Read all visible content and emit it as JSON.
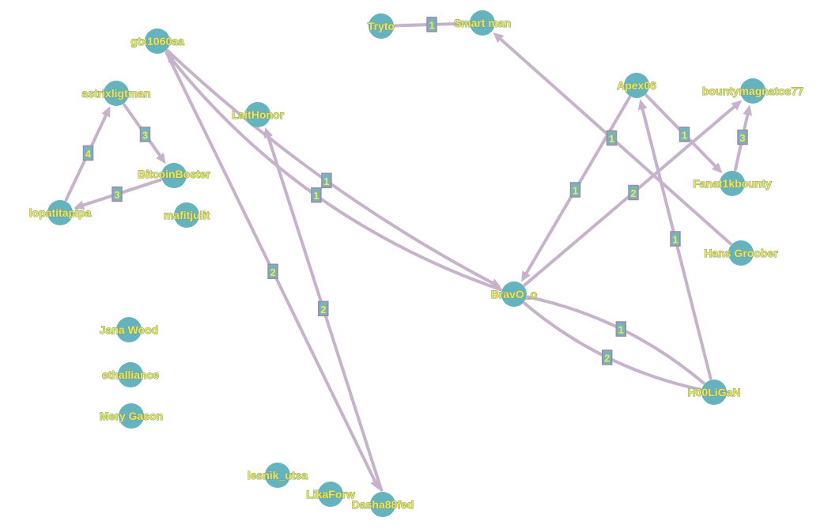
{
  "colors": {
    "edge": "#c6b3cb",
    "node_fill": "#65b3bf",
    "label_text": "#f2e34f",
    "label_outline": "#6f9f8a",
    "weight_box_fill": "#76b4bd",
    "weight_box_stroke": "#9d8aa6",
    "weight_text": "#f6e64b"
  },
  "nodes": [
    {
      "id": "gtx1060aa",
      "label": "gtx1060aa"
    },
    {
      "id": "tryto",
      "label": "Tryto"
    },
    {
      "id": "smart_man",
      "label": "Smart man"
    },
    {
      "id": "astrixligtman",
      "label": "astrixligtman"
    },
    {
      "id": "laithonor",
      "label": "LaitHonor"
    },
    {
      "id": "apex06",
      "label": "Apex06"
    },
    {
      "id": "bountymagnatos77",
      "label": "bountymagnatos77"
    },
    {
      "id": "bitcoinboster",
      "label": "BitcoinBoster"
    },
    {
      "id": "fanat1kbounty",
      "label": "Fanat1kbounty"
    },
    {
      "id": "lopatitapipa",
      "label": "lopatitapipa"
    },
    {
      "id": "mafitjulit",
      "label": "mafitjulit"
    },
    {
      "id": "hans_groober",
      "label": "Hans Groober"
    },
    {
      "id": "bravo_o",
      "label": "BravO_o"
    },
    {
      "id": "jana_wood",
      "label": "Jana Wood"
    },
    {
      "id": "ethalliance",
      "label": "ethalliance"
    },
    {
      "id": "h00ligan",
      "label": "H00LiGaN"
    },
    {
      "id": "mery_gason",
      "label": "Mery Gason"
    },
    {
      "id": "lesnik_utsa",
      "label": "lesnik_utsa"
    },
    {
      "id": "likaforw",
      "label": "LikaForw"
    },
    {
      "id": "dasha88fed",
      "label": "Dasha88fed"
    }
  ],
  "edges": [
    {
      "id": "tryto-smart",
      "from": "tryto",
      "to": "smart_man",
      "weight": "1",
      "arrow": false
    },
    {
      "id": "bravo-gtx",
      "from": "bravo_o",
      "to": "gtx1060aa",
      "weight": "1",
      "arrow": true
    },
    {
      "id": "gtx-bravo",
      "from": "gtx1060aa",
      "to": "bravo_o",
      "weight": "1",
      "arrow": true
    },
    {
      "id": "gtx-dasha",
      "from": "gtx1060aa",
      "to": "dasha88fed",
      "weight": "2",
      "arrow": true
    },
    {
      "id": "dasha-lait",
      "from": "dasha88fed",
      "to": "laithonor",
      "weight": "2",
      "arrow": true
    },
    {
      "id": "astrix-bitcoin",
      "from": "astrixligtman",
      "to": "bitcoinboster",
      "weight": "3",
      "arrow": true
    },
    {
      "id": "bitcoin-lopa",
      "from": "bitcoinboster",
      "to": "lopatitapipa",
      "weight": "3",
      "arrow": true
    },
    {
      "id": "lopa-astrix",
      "from": "lopatitapipa",
      "to": "astrixligtman",
      "weight": "4",
      "arrow": true
    },
    {
      "id": "hans-smart",
      "from": "hans_groober",
      "to": "smart_man",
      "weight": "1",
      "arrow": true
    },
    {
      "id": "apex-fanat",
      "from": "apex06",
      "to": "fanat1kbounty",
      "weight": "1",
      "arrow": true
    },
    {
      "id": "fanat-bounty",
      "from": "fanat1kbounty",
      "to": "bountymagnatos77",
      "weight": "3",
      "arrow": true
    },
    {
      "id": "apex-bravo",
      "from": "apex06",
      "to": "bravo_o",
      "weight": "1",
      "arrow": true
    },
    {
      "id": "bravo-bounty",
      "from": "bravo_o",
      "to": "bountymagnatos77",
      "weight": "2",
      "arrow": true
    },
    {
      "id": "hooligan-apex",
      "from": "h00ligan",
      "to": "apex06",
      "weight": "1",
      "arrow": true
    },
    {
      "id": "bravo-hooligan-upper",
      "from": "bravo_o",
      "to": "h00ligan",
      "weight": "1",
      "arrow": false
    },
    {
      "id": "hooligan-bravo-lower",
      "from": "h00ligan",
      "to": "bravo_o",
      "weight": "2",
      "arrow": false
    }
  ]
}
